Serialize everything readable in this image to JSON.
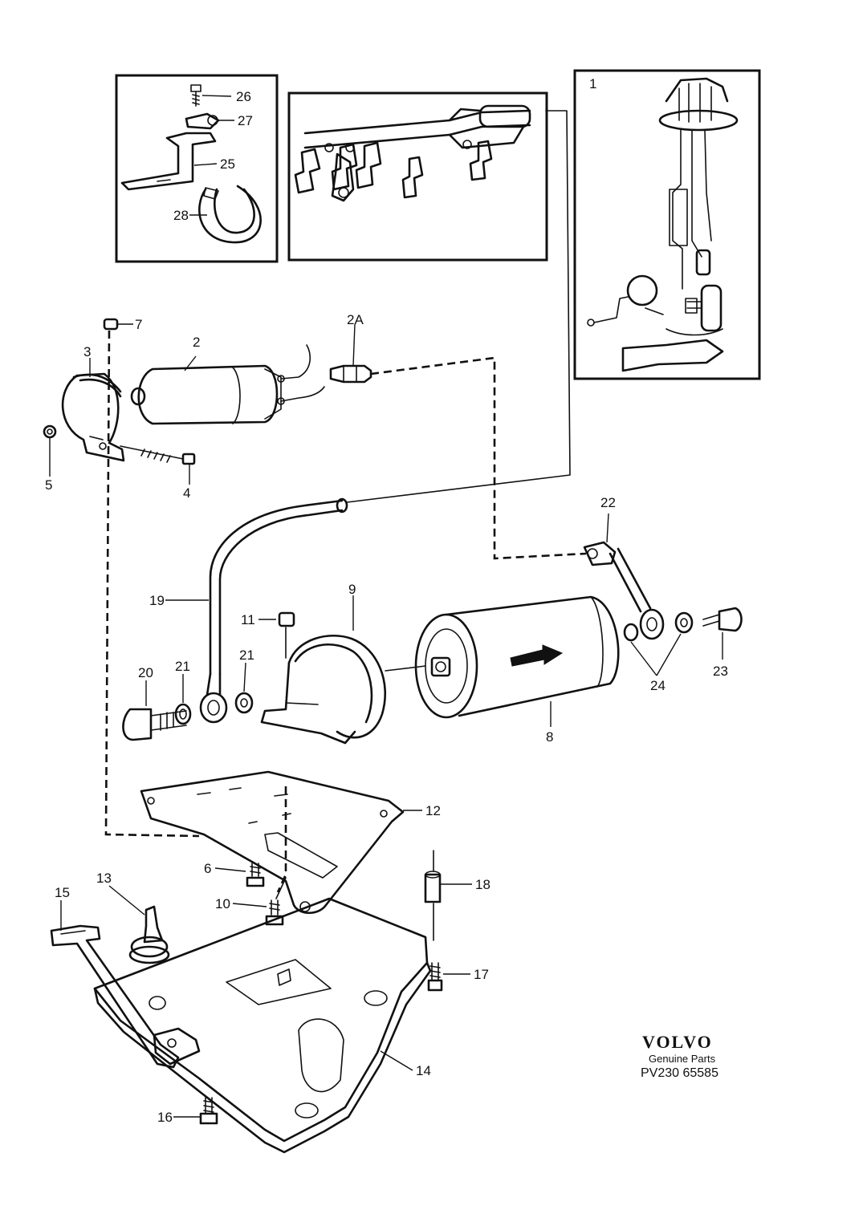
{
  "callouts": [
    {
      "id": "c1",
      "text": "1"
    },
    {
      "id": "c2",
      "text": "2"
    },
    {
      "id": "c2a",
      "text": "2A"
    },
    {
      "id": "c3",
      "text": "3"
    },
    {
      "id": "c4",
      "text": "4"
    },
    {
      "id": "c5",
      "text": "5"
    },
    {
      "id": "c6",
      "text": "6"
    },
    {
      "id": "c7",
      "text": "7"
    },
    {
      "id": "c8",
      "text": "8"
    },
    {
      "id": "c9",
      "text": "9"
    },
    {
      "id": "c10",
      "text": "10"
    },
    {
      "id": "c11",
      "text": "11"
    },
    {
      "id": "c12",
      "text": "12"
    },
    {
      "id": "c13",
      "text": "13"
    },
    {
      "id": "c14",
      "text": "14"
    },
    {
      "id": "c15",
      "text": "15"
    },
    {
      "id": "c16",
      "text": "16"
    },
    {
      "id": "c17",
      "text": "17"
    },
    {
      "id": "c18",
      "text": "18"
    },
    {
      "id": "c19",
      "text": "19"
    },
    {
      "id": "c20",
      "text": "20"
    },
    {
      "id": "c21a",
      "text": "21"
    },
    {
      "id": "c21b",
      "text": "21"
    },
    {
      "id": "c22",
      "text": "22"
    },
    {
      "id": "c23",
      "text": "23"
    },
    {
      "id": "c24",
      "text": "24"
    },
    {
      "id": "c25",
      "text": "25"
    },
    {
      "id": "c26",
      "text": "26"
    },
    {
      "id": "c27",
      "text": "27"
    },
    {
      "id": "c28",
      "text": "28"
    }
  ],
  "brand": {
    "name": "VOLVO",
    "tagline": "Genuine Parts",
    "code": "PV230 65585"
  },
  "colors": {
    "ink": "#111111",
    "paper": "#ffffff"
  }
}
